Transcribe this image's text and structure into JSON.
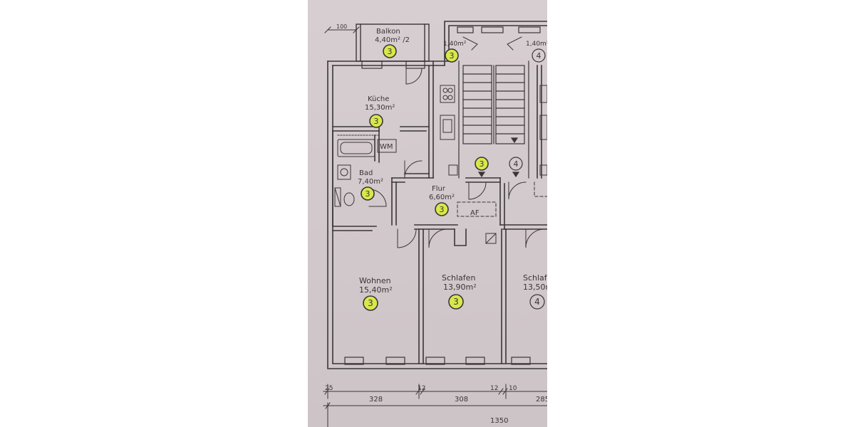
{
  "colors": {
    "paper": "#d3cacd",
    "ink": "#3a3638",
    "marker_fill": "#d8e84a"
  },
  "rooms": {
    "balkon": {
      "name": "Balkon",
      "area": "4,40m² /2",
      "apt": "3"
    },
    "kueche": {
      "name": "Küche",
      "area": "15,30m²",
      "apt": "3"
    },
    "bad": {
      "name": "Bad",
      "area": "7,40m²",
      "apt": "3",
      "wm": "WM"
    },
    "flur": {
      "name": "Flur",
      "area": "6,60m²",
      "apt": "3",
      "af": "AF"
    },
    "wohnen": {
      "name": "Wohnen",
      "area": "15,40m²",
      "apt": "3"
    },
    "schlafen": {
      "name": "Schlafen",
      "area": "13,90m²",
      "apt": "3"
    },
    "schlafen2": {
      "name": "Schlaf",
      "area": "13,50m",
      "apt": "4"
    },
    "small_left": {
      "area": "1,40m²",
      "apt": "3"
    },
    "small_right": {
      "area": "1,40m²",
      "apt": "4"
    },
    "stair_left": {
      "apt": "3"
    },
    "stair_right": {
      "apt": "4"
    }
  },
  "dimensions": {
    "balkon_depth": "100",
    "bottom_row": [
      "25",
      "328",
      "12",
      "308",
      "12",
      "10",
      "285"
    ],
    "total": "1350"
  }
}
